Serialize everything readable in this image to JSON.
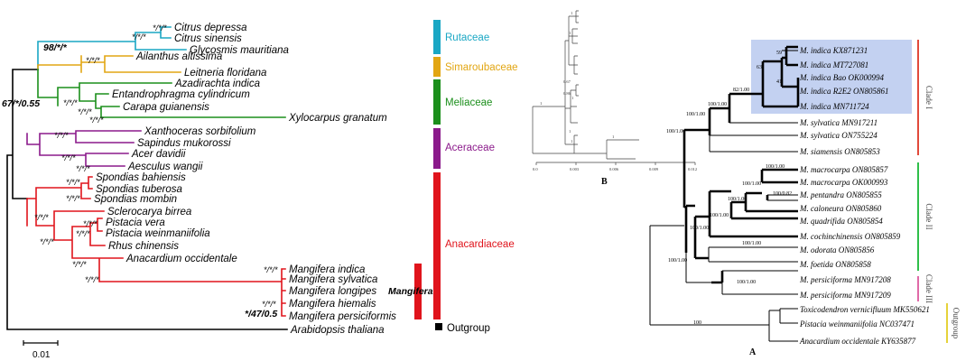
{
  "left_tree": {
    "taxa": [
      "Citrus depressa",
      "Citrus sinensis",
      "Glycosmis mauritiana",
      "Ailanthus altissima",
      "Leitneria floridana",
      "Azadirachta indica",
      "Entandrophragma cylindricum",
      "Carapa guianensis",
      "Xylocarpus granatum",
      "Xanthoceras sorbifolium",
      "Sapindus mukorossi",
      "Acer davidii",
      "Aesculus wangii",
      "Spondias bahiensis",
      "Spondias tuberosa",
      "Spondias mombin",
      "Sclerocarya birrea",
      "Pistacia vera",
      "Pistacia weinmaniifolia",
      "Rhus chinensis",
      "Anacardium occidentale",
      "Mangifera indica",
      "Mangifera sylvatica",
      "Mangifera longipes",
      "Mangifera hiemalis",
      "Mangifera persiciformis",
      "Arabidopsis thaliana"
    ],
    "support_star": "*/*/*",
    "support_98": "98/*/*",
    "support_67": "67/*/0.55",
    "support_47": "*/47/0.5",
    "families": [
      {
        "name": "Rutaceae",
        "color": "#1aa7c4"
      },
      {
        "name": "Simaroubaceae",
        "color": "#e2a613"
      },
      {
        "name": "Meliaceae",
        "color": "#1b8f1b"
      },
      {
        "name": "Aceraceae",
        "color": "#8b1a8b"
      },
      {
        "name": "Anacardiaceae",
        "color": "#e0141c"
      },
      {
        "name": "Outgroup",
        "color": "#000000"
      }
    ],
    "genus_label": "Mangifera",
    "scale": "0.01"
  },
  "right_tree": {
    "taxa": [
      "M. indica KX871231",
      "M. indica MT727081",
      "M. indica Bao OK000994",
      "M. indica R2E2 ON805861",
      "M. indica MN711724",
      "M. sylvatica MN917211",
      "M. sylvatica ON755224",
      "M. siamensis ON805853",
      "M. macrocarpa ON805857",
      "M. macrocarpa OK000993",
      "M. pentandra ON805855",
      "M. caloneura ON805860",
      "M. quadrifida ON805854",
      "M. cochinchinensis ON805859",
      "M. odorata ON805856",
      "M. foetida ON805858",
      "M. persiciforma MN917208",
      "M. persiciforma MN917209",
      "Toxicodendron vernicifluum MK550621",
      "Pistacia weinmaniifolia NC037471",
      "Anacardium occidentale KY635877"
    ],
    "supports": [
      "59",
      "63",
      "41",
      "82/1.00",
      "100/1.00",
      "100/1.00",
      "100/1.00",
      "100/1.00",
      "100/0.82",
      "100/1.00",
      "100/1.00",
      "100/1.00",
      "100/1.00",
      "100/1.00",
      "100/1.00",
      "100/1.00",
      "100"
    ],
    "clades": [
      {
        "name": "Clade I",
        "color": "#e24a3b"
      },
      {
        "name": "Clade II",
        "color": "#2fbf4a"
      },
      {
        "name": "Clade III",
        "color": "#e06aa8"
      },
      {
        "name": "Outgroup",
        "color": "#e6d23a"
      }
    ],
    "panel_label": "A"
  },
  "inset": {
    "panel_label": "B",
    "axis_ticks": [
      "0.0",
      "0.003",
      "0.006",
      "0.009",
      "0.012"
    ],
    "node_labels": [
      "1",
      "1",
      "0.67",
      "0.86",
      "1",
      "1",
      "1",
      "1",
      "1"
    ]
  },
  "colors": {
    "highlight": "#b8c9ee"
  }
}
